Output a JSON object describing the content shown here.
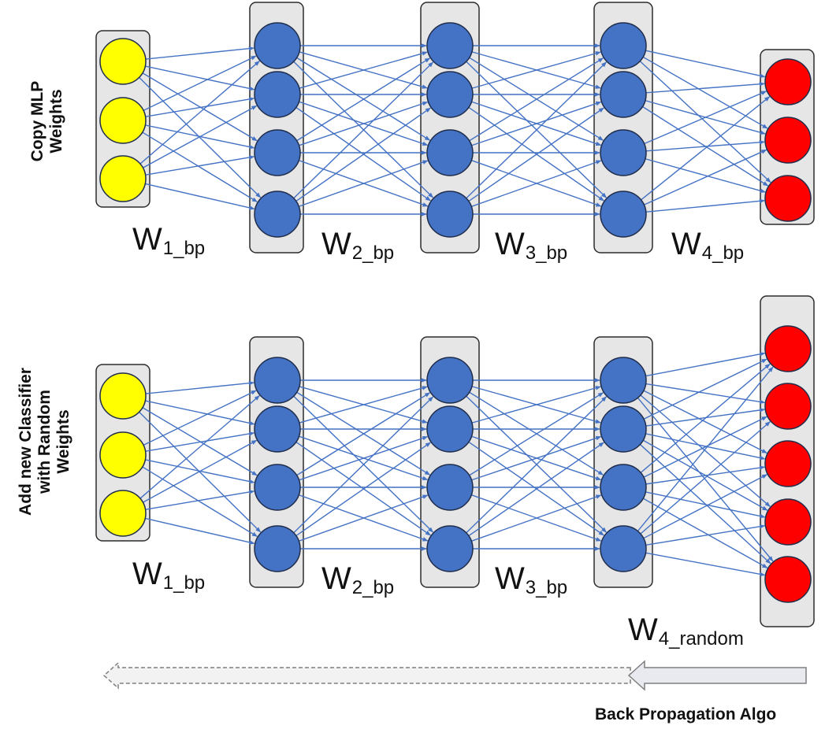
{
  "top_panel": {
    "label_line1": "Copy MLP",
    "label_line2": "Weights",
    "weights": [
      {
        "main": "W",
        "sub": "1_bp"
      },
      {
        "main": "W",
        "sub": "2_bp"
      },
      {
        "main": "W",
        "sub": "3_bp"
      },
      {
        "main": "W",
        "sub": "4_bp"
      }
    ]
  },
  "bottom_panel": {
    "label_line1": "Add new Classifier",
    "label_line2": "with Random",
    "label_line3": "Weights",
    "weights": [
      {
        "main": "W",
        "sub": "1_bp"
      },
      {
        "main": "W",
        "sub": "2_bp"
      },
      {
        "main": "W",
        "sub": "3_bp"
      },
      {
        "main": "W",
        "sub": "4_random"
      }
    ]
  },
  "footer": {
    "caption": "Back Propagation Algo"
  },
  "colors": {
    "input_node": "#ffff00",
    "hidden_node": "#4472c4",
    "output_node": "#ff0000",
    "connection": "#4472c4",
    "layer_box": "#e7e6e6"
  }
}
